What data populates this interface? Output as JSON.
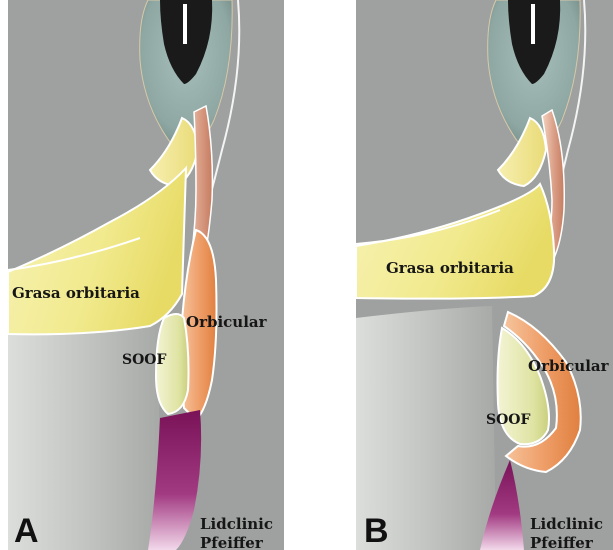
{
  "panels": [
    {
      "letter": "A",
      "labels": {
        "fat": "Grasa orbitaria",
        "muscle": "Orbicular",
        "soof": "SOOF",
        "credit_line1": "Lidclinic",
        "credit_line2": "Pfeiffer"
      }
    },
    {
      "letter": "B",
      "labels": {
        "fat": "Grasa orbitaria",
        "muscle": "Orbicular",
        "soof": "SOOF",
        "credit_line1": "Lidclinic",
        "credit_line2": "Pfeiffer"
      }
    }
  ],
  "colors": {
    "background_gray": "#9da09e",
    "lower_gray": "#b4b6b4",
    "eye_light": "#9cb4b0",
    "eye_dark": "#6f8682",
    "pupil": "#1a1a1a",
    "fat_yellow": "#f4ee9e",
    "muscle_orange": "#ee9f6d",
    "soof_green": "#e8ecb8",
    "septum_purple": "#8c1c6a"
  }
}
